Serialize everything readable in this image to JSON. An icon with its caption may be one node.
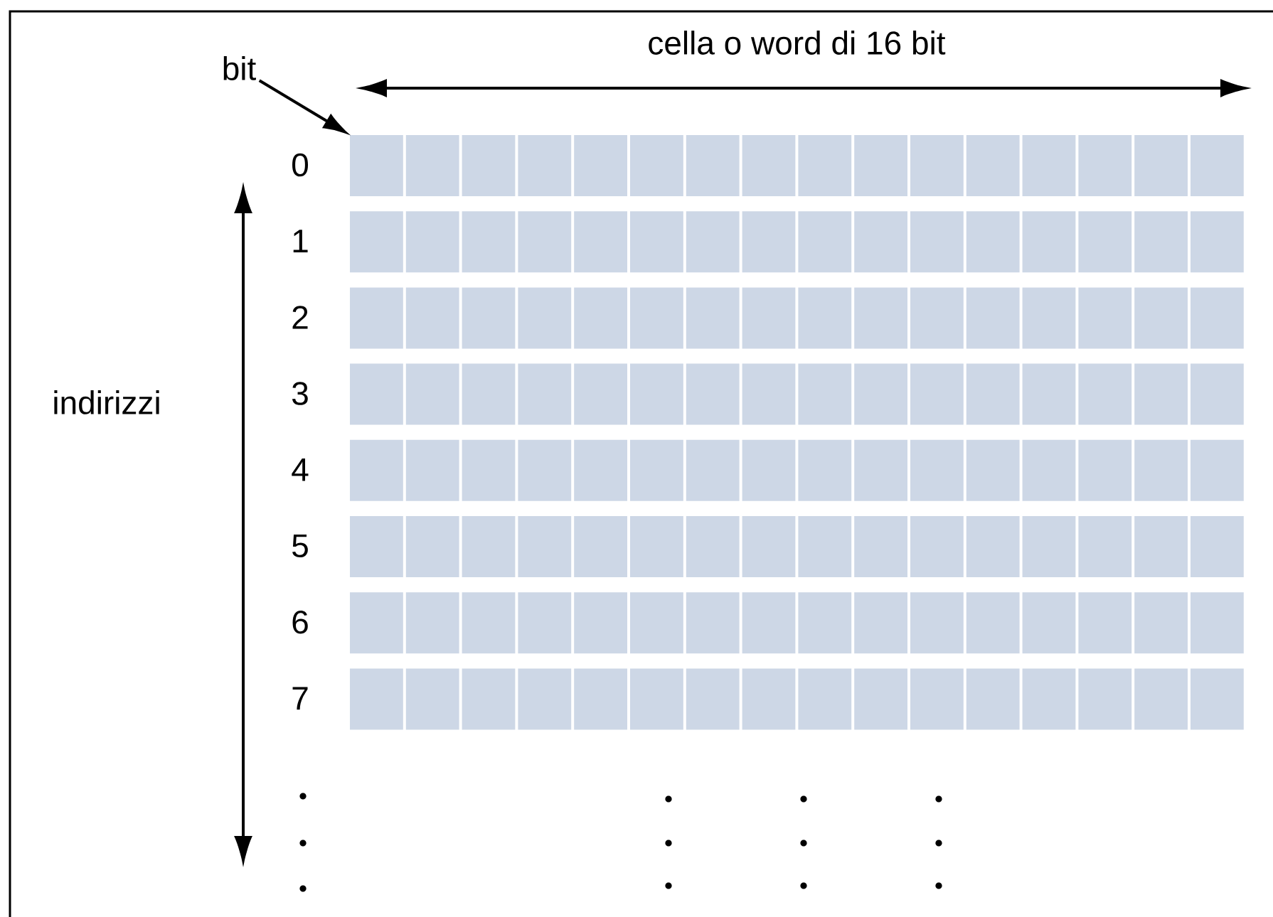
{
  "diagram": {
    "nodes": [
      {
        "text": [
          "bit"
        ]
      },
      {
        "text": [],
        "shape": "box"
      }
    ],
    "edges": [
      {
        "from": 0,
        "to": 1,
        "arrow": "to"
      }
    ],
    "labels": [
      "cella o word di 16 bit",
      "0",
      "1",
      "2",
      "3",
      "indirizzi",
      "4",
      "5",
      "6",
      "7"
    ]
  }
}
